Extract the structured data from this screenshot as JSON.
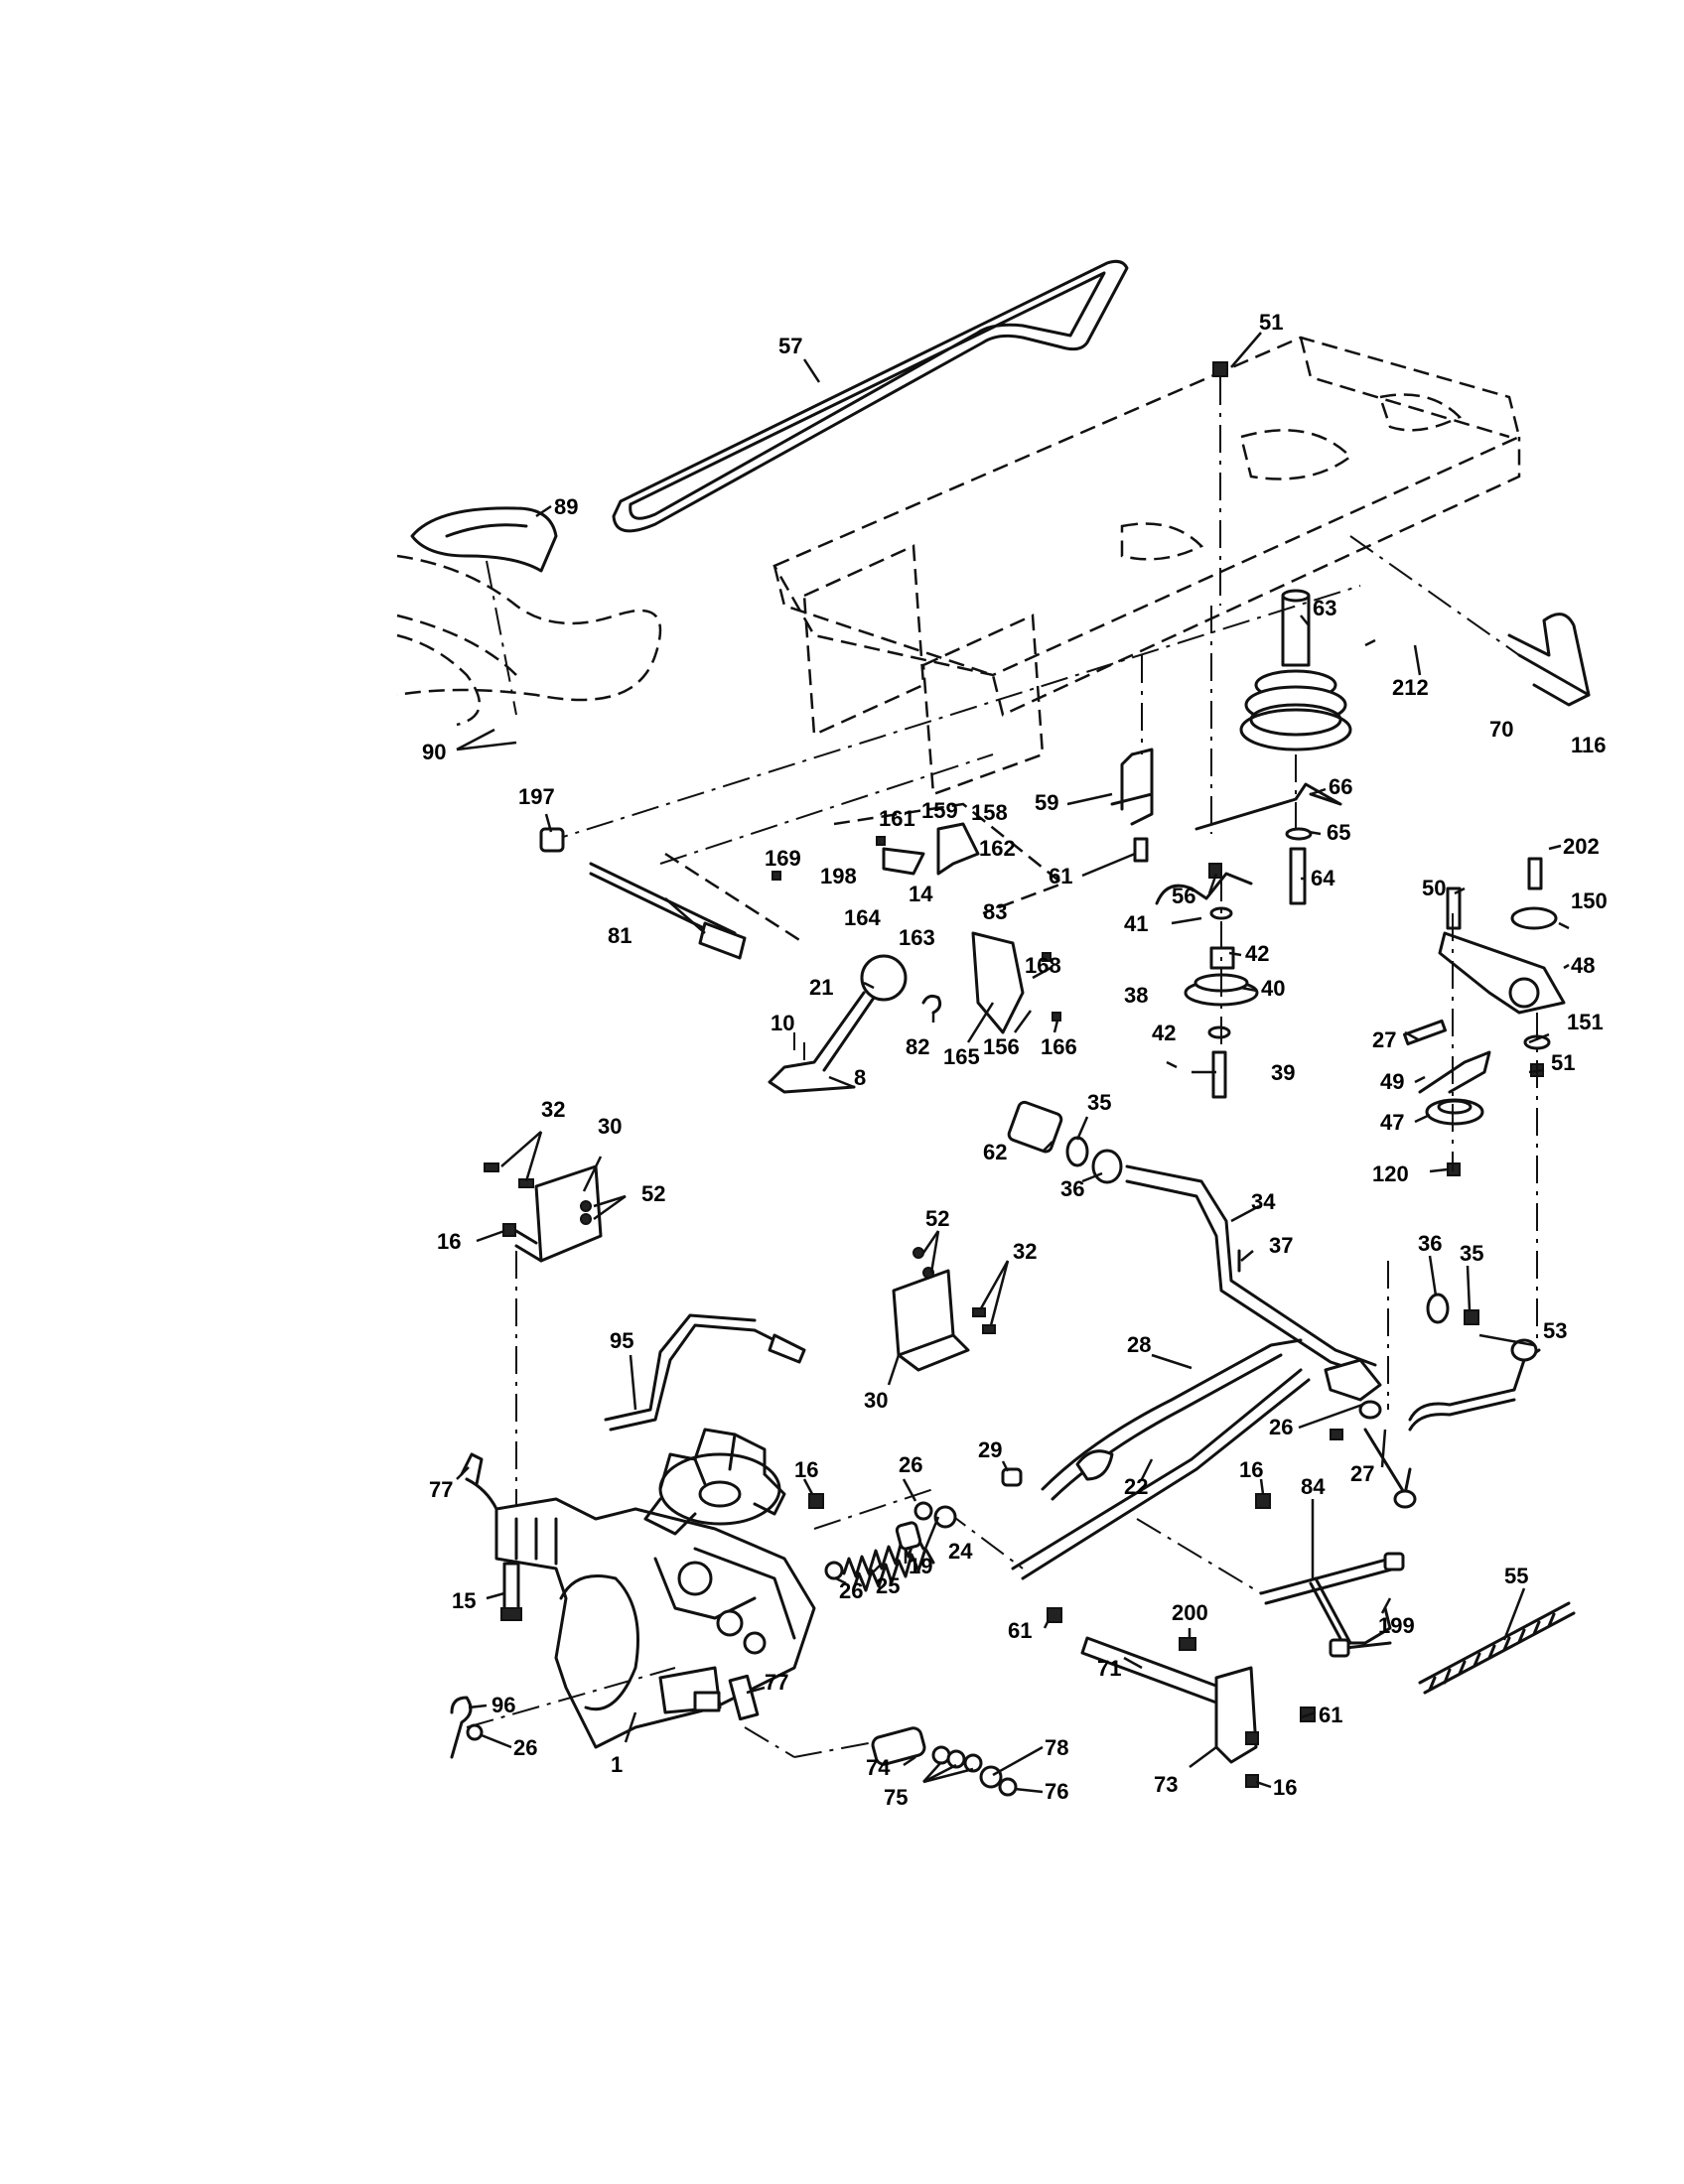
{
  "callouts": {
    "c57": "57",
    "c51a": "51",
    "c89": "89",
    "c63": "63",
    "c212": "212",
    "c70": "70",
    "c116": "116",
    "c90": "90",
    "c197": "197",
    "c59": "59",
    "c66": "66",
    "c65": "65",
    "c61a": "61",
    "c56": "56",
    "c64": "64",
    "c161": "161",
    "c159": "159",
    "c158": "158",
    "c169": "169",
    "c162": "162",
    "c198": "198",
    "c14": "14",
    "c83": "83",
    "c164": "164",
    "c163": "163",
    "c81": "81",
    "c41": "41",
    "c42a": "42",
    "c40": "40",
    "c202": "202",
    "c50": "50",
    "c150": "150",
    "c48": "48",
    "c21": "21",
    "c168": "168",
    "c38": "38",
    "c42b": "42",
    "c39": "39",
    "c82": "82",
    "c165": "165",
    "c156": "156",
    "c166": "166",
    "c10": "10",
    "c27a": "27",
    "c151": "151",
    "c51b": "51",
    "c8": "8",
    "c49": "49",
    "c47": "47",
    "c35a": "35",
    "c62": "62",
    "c36a": "36",
    "c120": "120",
    "c32a": "32",
    "c30a": "30",
    "c52a": "52",
    "c34": "34",
    "c16a": "16",
    "c37": "37",
    "c52b": "52",
    "c32b": "32",
    "c36b": "36",
    "c35b": "35",
    "c95": "95",
    "c53": "53",
    "c30b": "30",
    "c28": "28",
    "c26a": "26",
    "c29": "29",
    "c22": "22",
    "c27b": "27",
    "c16b": "16",
    "c26b": "26",
    "c16c": "16",
    "c84": "84",
    "c77a": "77",
    "c24": "24",
    "c19": "19",
    "c25": "25",
    "c26c": "26",
    "c55": "55",
    "c199": "199",
    "c15": "15",
    "c200": "200",
    "c61b": "61",
    "c71": "71",
    "c61c": "61",
    "c77b": "77",
    "c96": "96",
    "c1": "1",
    "c26d": "26",
    "c78": "78",
    "c74": "74",
    "c75": "75",
    "c76": "76",
    "c73": "73",
    "c16d": "16"
  }
}
